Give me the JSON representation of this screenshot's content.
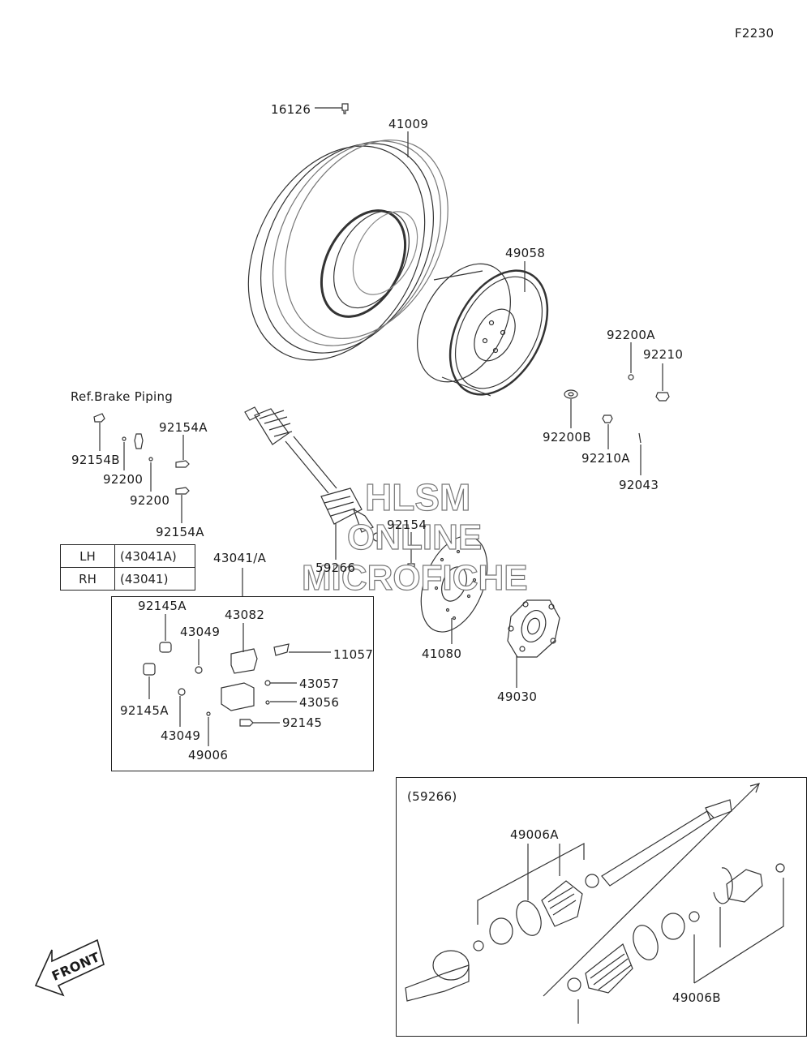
{
  "sheet_code": "F2230",
  "ref_note": "Ref.Brake Piping",
  "watermark": {
    "line1": "HLSM",
    "line2": "ONLINE",
    "line3": "MICROFICHE"
  },
  "front_label": "FRONT",
  "side_table": [
    {
      "side": "LH",
      "part": "(43041A)"
    },
    {
      "side": "RH",
      "part": "(43041)"
    }
  ],
  "caliper_group_label": "43041/A",
  "detail_box_label": "(59266)",
  "parts": {
    "p16126": "16126",
    "p41009": "41009",
    "p49058": "49058",
    "p92200A": "92200A",
    "p92210": "92210",
    "p92200B": "92200B",
    "p92210A": "92210A",
    "p92043": "92043",
    "p92154B": "92154B",
    "p92200_1": "92200",
    "p92200_2": "92200",
    "p92154A_1": "92154A",
    "p92154A_2": "92154A",
    "p92154": "92154",
    "p59266": "59266",
    "p41080": "41080",
    "p49030": "49030",
    "p92145A_1": "92145A",
    "p43049_1": "43049",
    "p43082": "43082",
    "p11057": "11057",
    "p43057": "43057",
    "p43056": "43056",
    "p92145": "92145",
    "p92145A_2": "92145A",
    "p43049_2": "43049",
    "p49006": "49006",
    "p49006A": "49006A",
    "p49006B": "49006B"
  }
}
